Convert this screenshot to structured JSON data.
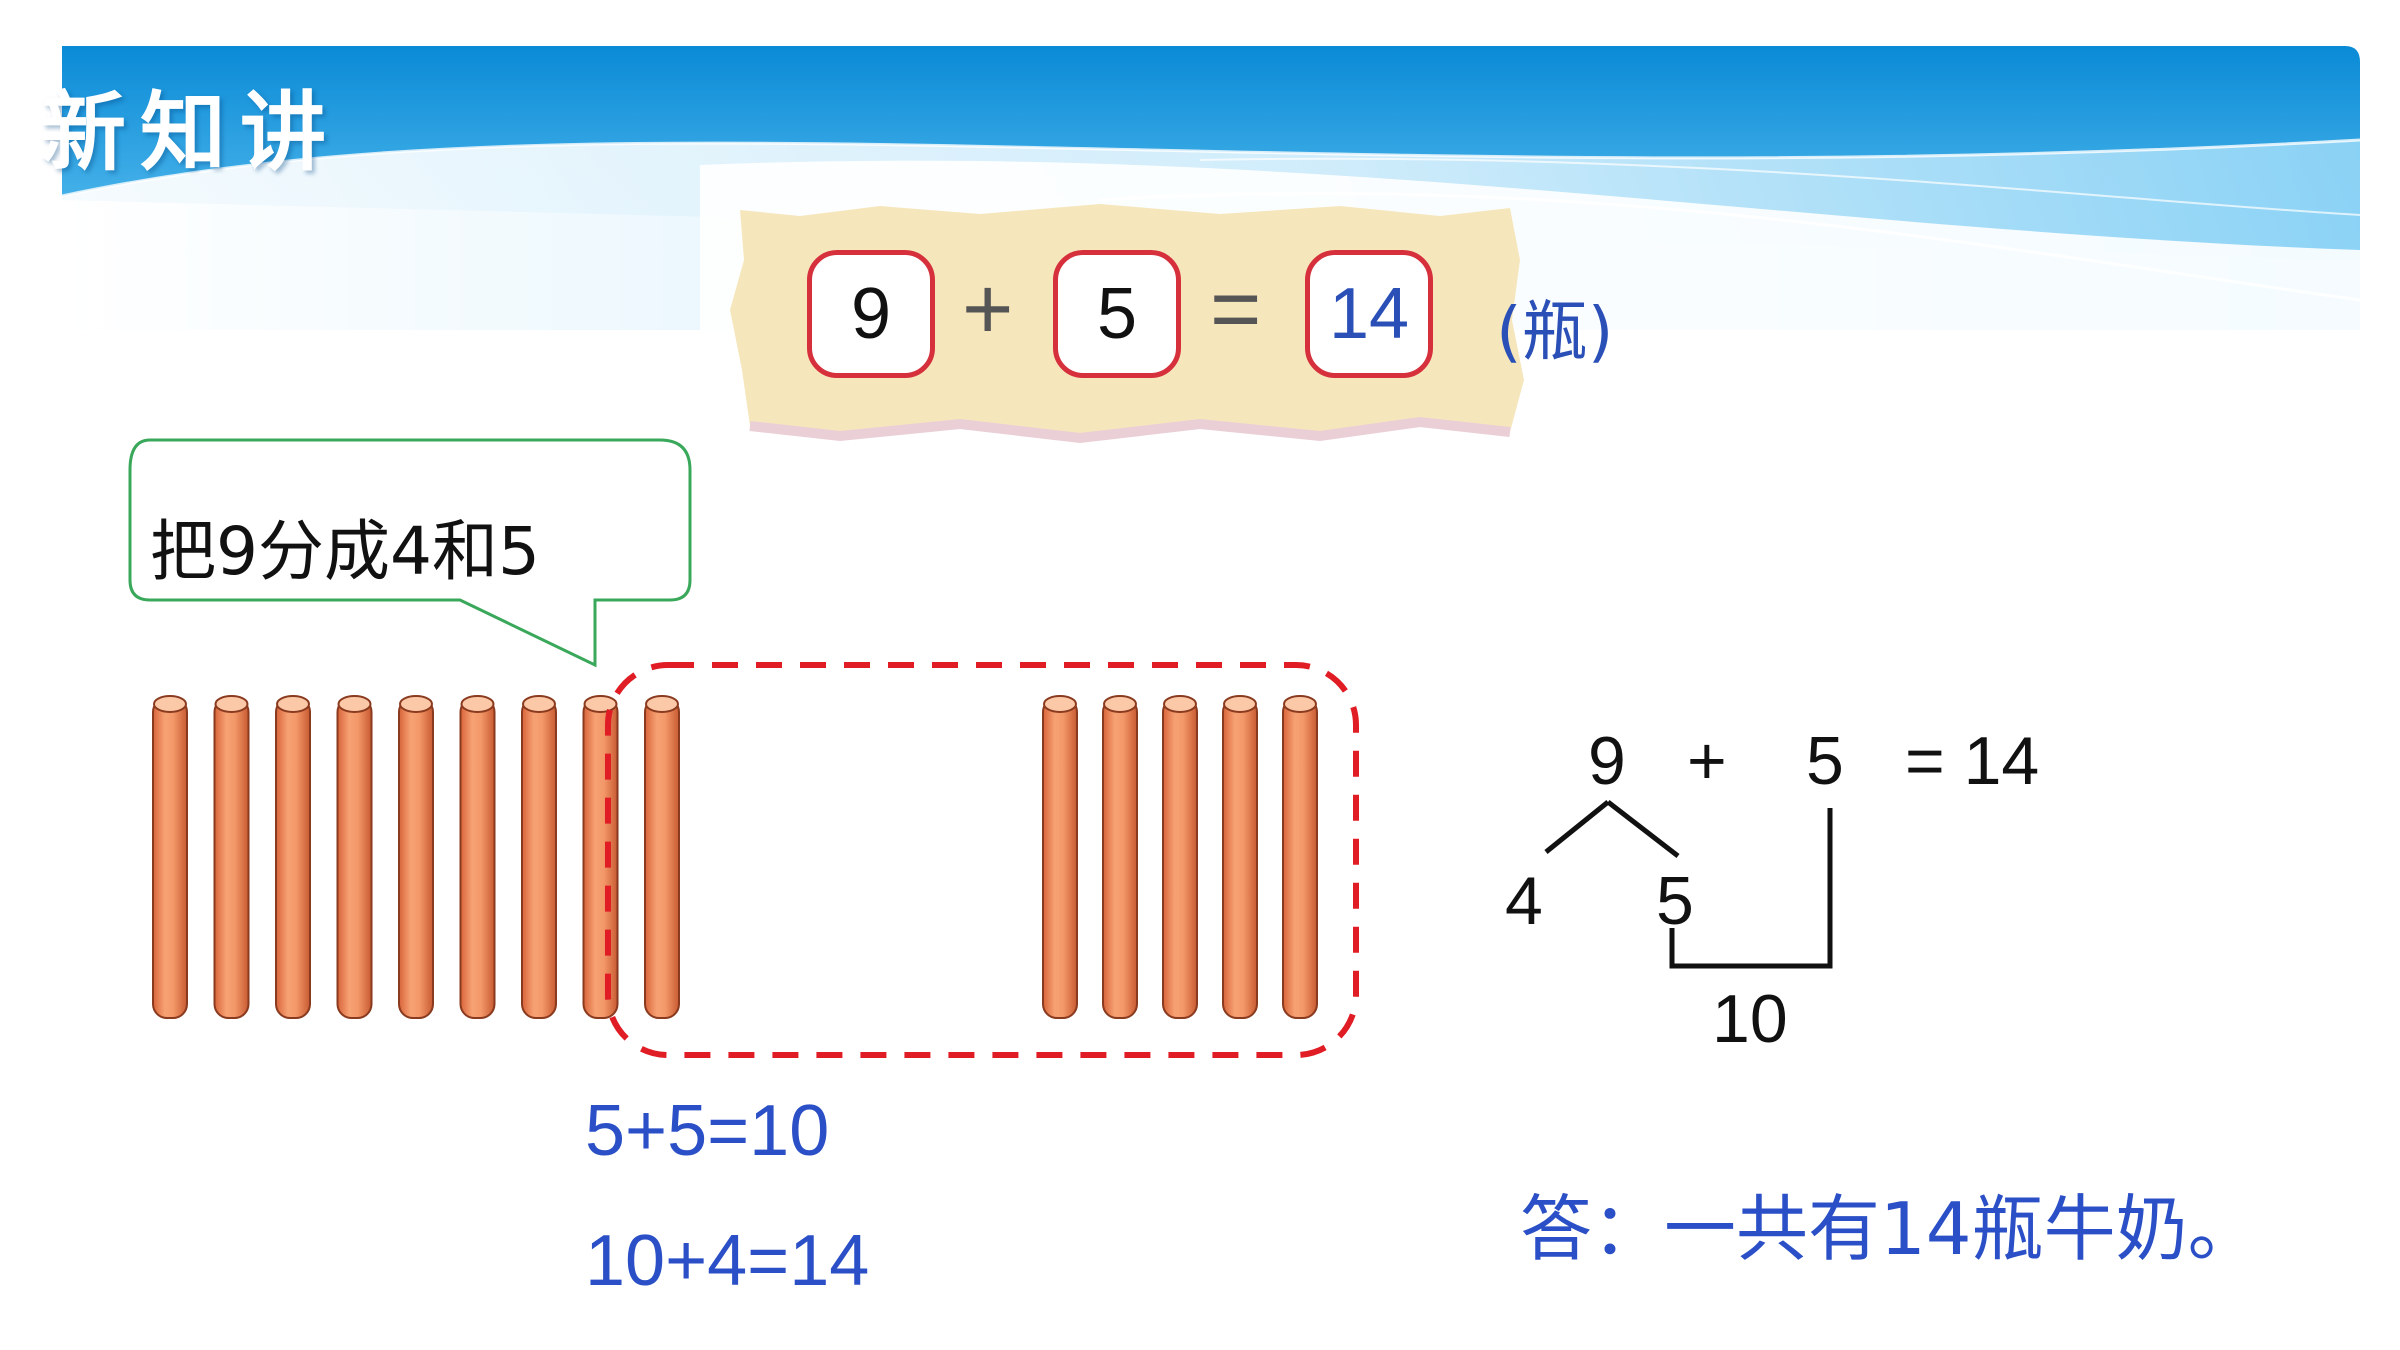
{
  "header": {
    "title": "新知讲",
    "colors": {
      "band_top": "#0e8fd8",
      "band_bottom": "#6cc6f2"
    }
  },
  "equation": {
    "addend1": "9",
    "plus": "+",
    "addend2": "5",
    "equals": "=",
    "sum": "14",
    "unit": "(瓶)",
    "box_border_color": "#d6303c",
    "sum_color": "#2a50b8"
  },
  "speech_bubble": {
    "text": "把9分成4和5",
    "border_color": "#3aa85a"
  },
  "sticks": {
    "left_group_count": 9,
    "right_group_count": 5,
    "color": "#f0925e",
    "highlight_border_color": "#e01c24"
  },
  "steps": {
    "line1": "5+5=10",
    "line2": "10+4=14"
  },
  "decomposition": {
    "top_left": "9",
    "plus": "+",
    "top_right": "5",
    "result": "= 14",
    "part_a": "4",
    "part_b": "5",
    "ten": "10"
  },
  "answer": {
    "text": "答：一共有14瓶牛奶。"
  }
}
